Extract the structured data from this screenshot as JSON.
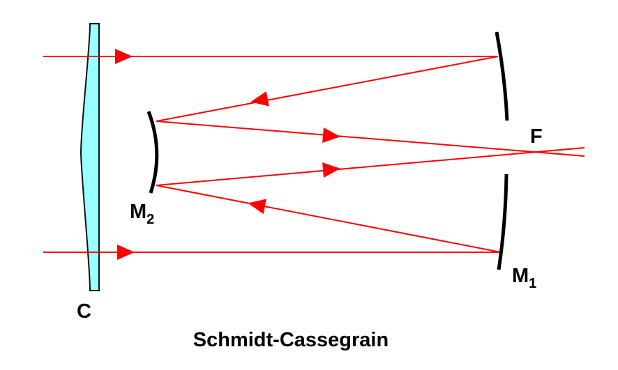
{
  "title": "Schmidt-Cassegrain",
  "labels": {
    "corrector": "C",
    "secondary": "M",
    "secondary_sub": "2",
    "primary": "M",
    "primary_sub": "1",
    "focus": "F"
  },
  "colors": {
    "ray": "#ff0000",
    "mirror": "#000000",
    "corrector_fill": "#99ffff"
  }
}
